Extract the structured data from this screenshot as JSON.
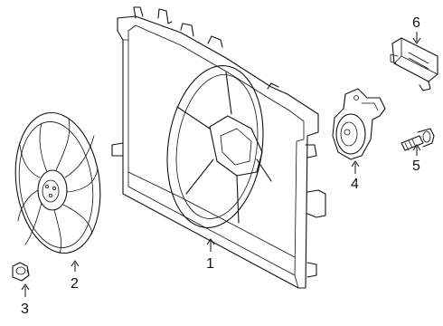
{
  "callouts": {
    "shroud": "1",
    "fan_blade": "2",
    "nut": "3",
    "motor": "4",
    "bolt": "5",
    "module": "6"
  },
  "colors": {
    "line": "#111111",
    "background": "#ffffff"
  }
}
